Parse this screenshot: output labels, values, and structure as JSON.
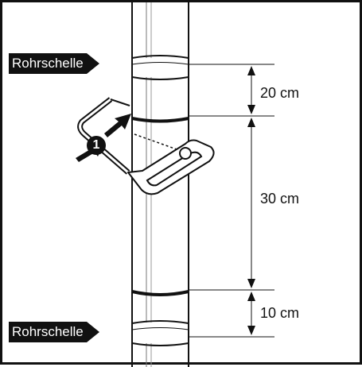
{
  "labels": {
    "clamp_top": "Rohrschelle",
    "clamp_bottom": "Rohrschelle"
  },
  "dimensions": {
    "top": "20 cm",
    "middle": "30 cm",
    "bottom": "10 cm"
  },
  "callout": "1",
  "colors": {
    "ink": "#111111",
    "background": "#ffffff"
  }
}
